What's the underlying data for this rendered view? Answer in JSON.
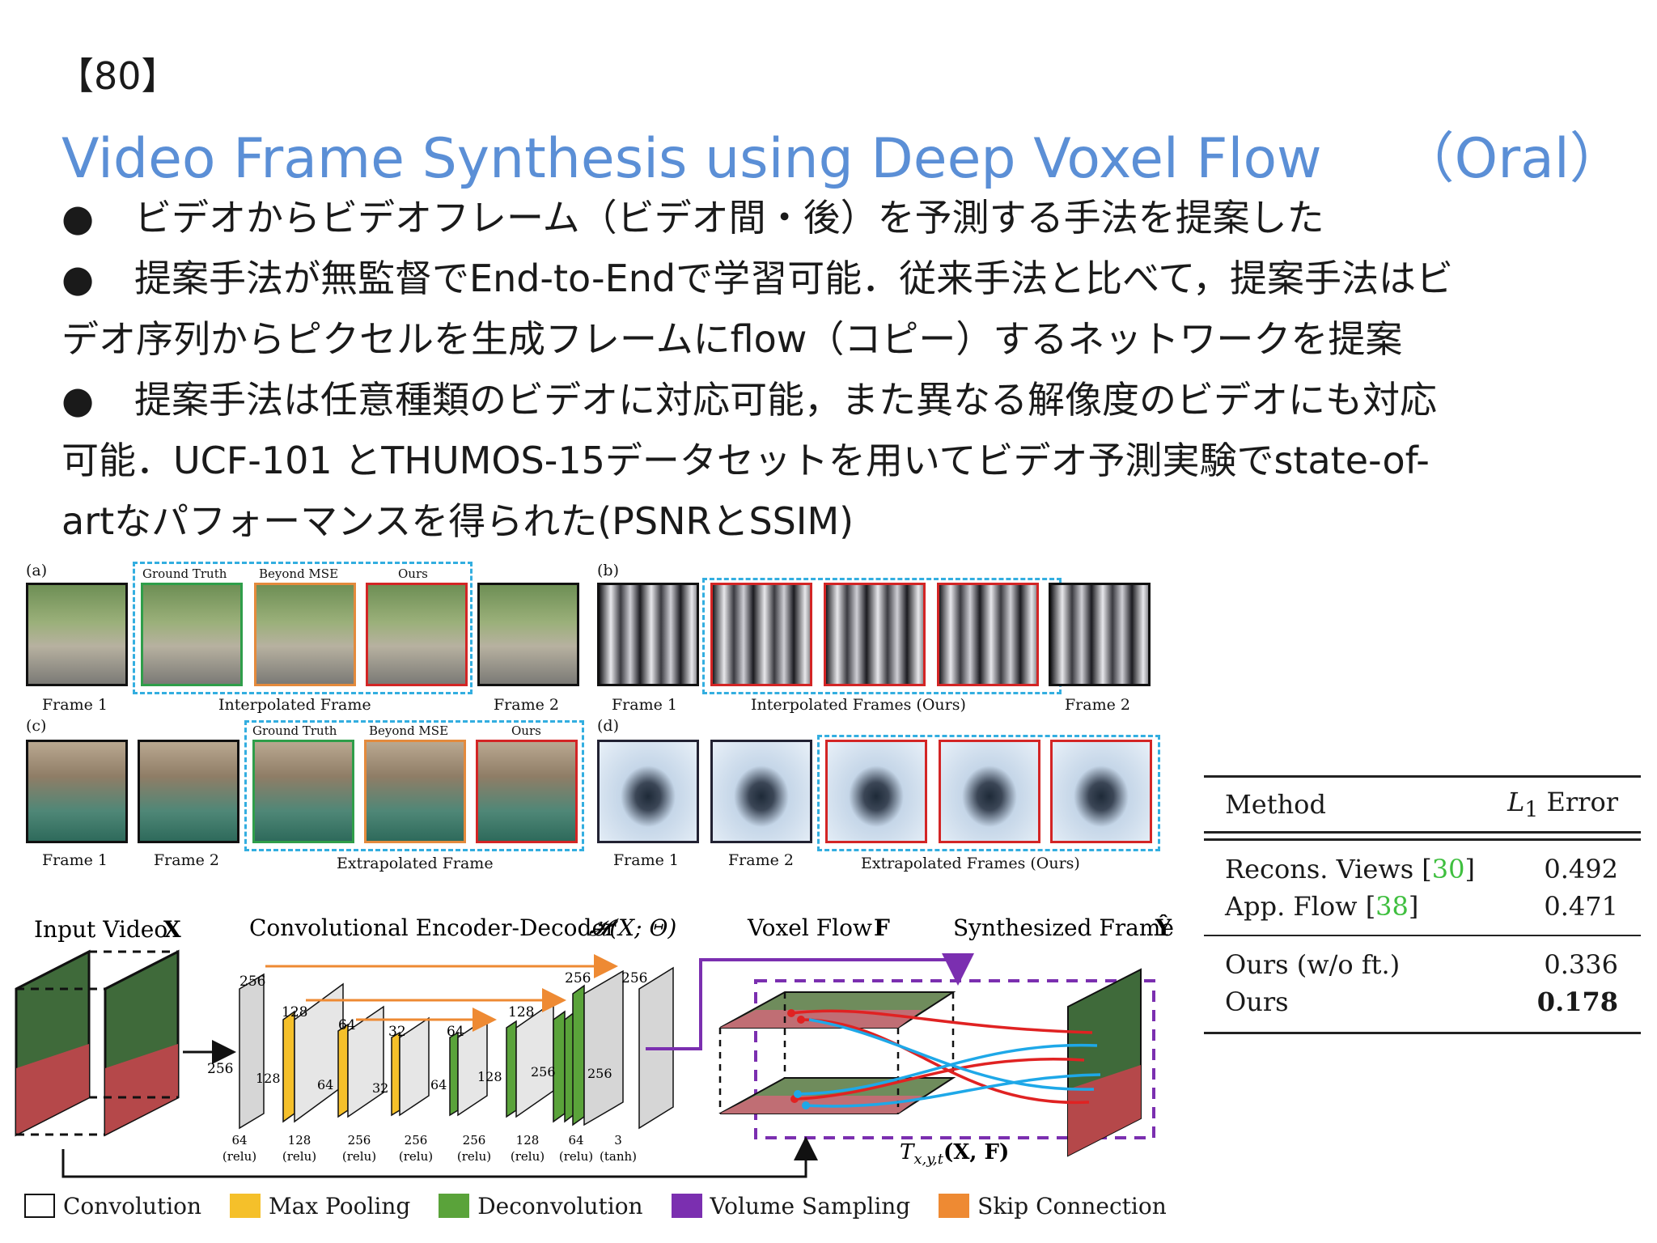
{
  "slide_number": "【80】",
  "title": "Video Frame Synthesis using Deep Voxel Flow",
  "title_suffix": "（Oral）",
  "bullet_symbol": "●",
  "bullets": [
    {
      "lines": [
        "ビデオからビデオフレーム（ビデオ間・後）を予測する手法を提案した"
      ]
    },
    {
      "lines": [
        "提案手法が無監督でEnd-to-Endで学習可能．従来手法と比べて，提案手法はビ",
        "デオ序列からピクセルを生成フレームにflow（コピー）するネットワークを提案"
      ]
    },
    {
      "lines": [
        "提案手法は任意種類のビデオに対応可能，また異なる解像度のビデオにも対応",
        "可能．UCF-101 とTHUMOS-15データセットを用いてビデオ予測実験でstate-of-",
        "artなパフォーマンスを得られた(PSNRとSSIM)"
      ]
    }
  ],
  "figure_top": {
    "a": {
      "tag": "(a)",
      "heads": [
        "Ground Truth",
        "Beyond MSE",
        "Ours"
      ],
      "frame1": "Frame 1",
      "caption": "Interpolated Frame",
      "frame2": "Frame 2"
    },
    "b": {
      "tag": "(b)",
      "frame1": "Frame 1",
      "caption": "Interpolated Frames (Ours)",
      "frame2": "Frame 2"
    },
    "c": {
      "tag": "(c)",
      "heads": [
        "Ground Truth",
        "Beyond MSE",
        "Ours"
      ],
      "frame1": "Frame 1",
      "frame2": "Frame 2",
      "caption": "Extrapolated Frame"
    },
    "d": {
      "tag": "(d)",
      "frame1": "Frame 1",
      "frame2": "Frame 2",
      "caption": "Extrapolated Frames (Ours)"
    }
  },
  "architecture": {
    "input_label": "Input Video",
    "input_symbol": "X",
    "encoder_label": "Convolutional Encoder-Decoder",
    "encoder_symbol": "𝓗(X; Θ)",
    "voxel_label": "Voxel Flow",
    "voxel_symbol": "F",
    "output_label": "Synthesized Frame",
    "output_symbol": "Ŷ",
    "side_label": "256",
    "layers_bottom": [
      "64",
      "128",
      "256",
      "256",
      "256",
      "128",
      "64",
      "3"
    ],
    "layers_act": [
      "(relu)",
      "(relu)",
      "(relu)",
      "(relu)",
      "(relu)",
      "(relu)",
      "(relu)",
      "(tanh)"
    ],
    "depth_labels": [
      "128",
      "64",
      "32",
      "64",
      "128",
      "256",
      "256"
    ],
    "top_labels": [
      "256",
      "128",
      "64",
      "32",
      "64",
      "128",
      "256",
      "256"
    ],
    "sampling_label": "T",
    "sampling_sub": "x,y,t",
    "sampling_args": "(X, F)"
  },
  "legend": [
    {
      "label": "Convolution",
      "color": "#ffffff"
    },
    {
      "label": "Max Pooling",
      "color": "#f5c02a"
    },
    {
      "label": "Deconvolution",
      "color": "#5aa33a"
    },
    {
      "label": "Volume Sampling",
      "color": "#7b2fb0"
    },
    {
      "label": "Skip Connection",
      "color": "#ee8a33"
    }
  ],
  "table": {
    "header_method": "Method",
    "header_error_l": "L",
    "header_error_sub": "1",
    "header_error": "Error",
    "rows": [
      {
        "method": "Recons. Views [",
        "cite": "30",
        "close": "]",
        "value": "0.492"
      },
      {
        "method": "App. Flow [",
        "cite": "38",
        "close": "]",
        "value": "0.471"
      },
      {
        "method": "Ours (w/o ft.)",
        "value": "0.336"
      },
      {
        "method": "Ours",
        "value": "0.178"
      }
    ]
  },
  "colors": {
    "title": "#5b8fd6",
    "dash": "#33aee0",
    "flow_red": "#e02222",
    "flow_blue": "#1ea8e8",
    "sampling": "#7b2fb0",
    "skip": "#ee8a33"
  }
}
